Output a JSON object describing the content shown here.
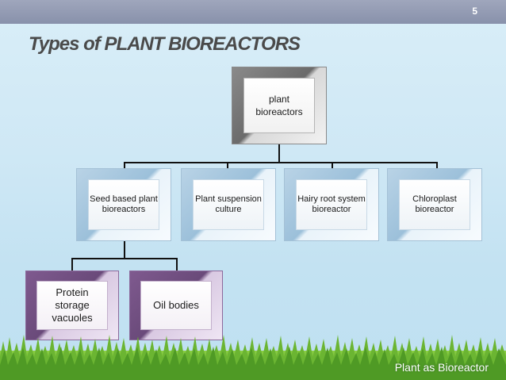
{
  "slide": {
    "number": "5",
    "title": "Types of PLANT BIOREACTORS",
    "footer": "Plant as Bioreactor"
  },
  "diagram": {
    "root": {
      "label": "plant bioreactors"
    },
    "level1": [
      {
        "label": "Seed based plant bioreactors"
      },
      {
        "label": "Plant suspension culture"
      },
      {
        "label": "Hairy root system bioreactor"
      },
      {
        "label": "Chloroplast bioreactor"
      }
    ],
    "level2": [
      {
        "label": "Protein storage vacuoles"
      },
      {
        "label": "Oil bodies"
      }
    ]
  },
  "colors": {
    "topbar": "#8f97b0",
    "background": "#cfe8f5",
    "root_box": "#7a7a7a",
    "level1_box": "#a8c7de",
    "level2_box": "#7a5a8a",
    "grass": "#5aa12e"
  }
}
